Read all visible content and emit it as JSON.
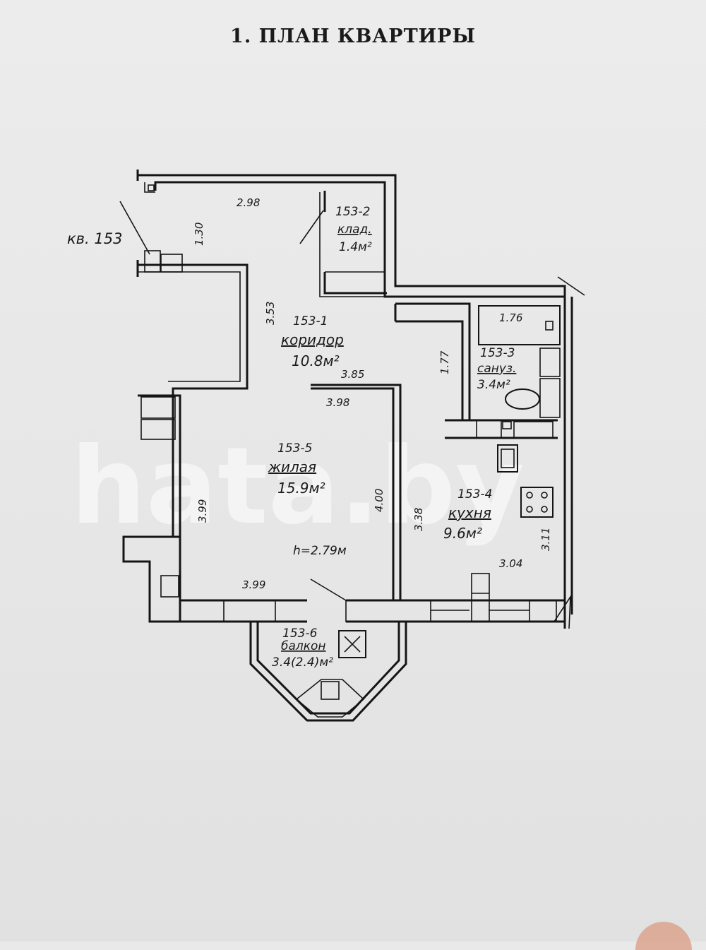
{
  "title": "1. ПЛАН КВАРТИРЫ",
  "apartment_label": "кв. 153",
  "watermark": "hata.by",
  "ceiling_height": "h=2.79м",
  "rooms": {
    "corridor": {
      "id": "153-1",
      "name": "коридор",
      "area": "10.8м²"
    },
    "storage": {
      "id": "153-2",
      "name": "клад.",
      "area": "1.4м²"
    },
    "bathroom": {
      "id": "153-3",
      "name": "сануз.",
      "area": "3.4м²"
    },
    "kitchen": {
      "id": "153-4",
      "name": "кухня",
      "area": "9.6м²"
    },
    "living": {
      "id": "153-5",
      "name": "жилая",
      "area": "15.9м²"
    },
    "balcony": {
      "id": "153-6",
      "name": "балкон",
      "area": "3.4(2.4)м²"
    }
  },
  "dimensions": {
    "top_corridor": "2.98",
    "entry_width": "1.30",
    "corridor_left": "3.53",
    "corridor_bottom": "3.85",
    "bath_width": "1.76",
    "bath_depth": "1.77",
    "living_top": "3.98",
    "living_left": "3.99",
    "living_right": "4.00",
    "kitchen_left": "3.38",
    "kitchen_bottom": "3.04",
    "kitchen_right": "3.11",
    "living_bottom": "3.99"
  }
}
